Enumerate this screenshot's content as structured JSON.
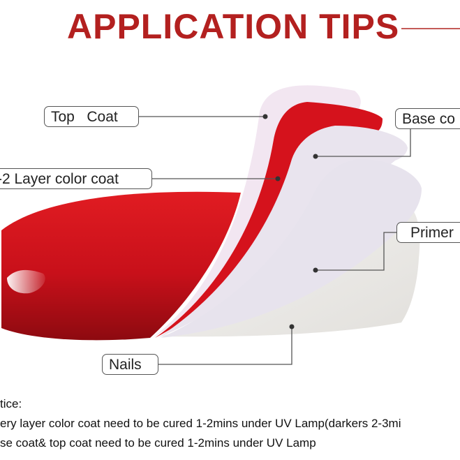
{
  "title": "APPLICATION TIPS",
  "labels": {
    "top_coat": "Top   Coat",
    "color_coat": "-2 Layer color coat",
    "base_coat": "Base co",
    "primer": "Primer",
    "nails": "Nails"
  },
  "notice": {
    "heading": "tice:",
    "line1": "ery layer color coat need to be cured 1-2mins under UV Lamp(darkers 2-3mi",
    "line2": "se coat& top coat need to be cured 1-2mins under UV Lamp"
  },
  "colors": {
    "title_red": "#b3201f",
    "nail_red": "#d5121c",
    "top_coat_pink": "#f2e6f1",
    "base_coat_lilac": "#e9e4ee",
    "primer_lilac": "#e7e3ed",
    "nail_gray": "#ebe9e6"
  }
}
